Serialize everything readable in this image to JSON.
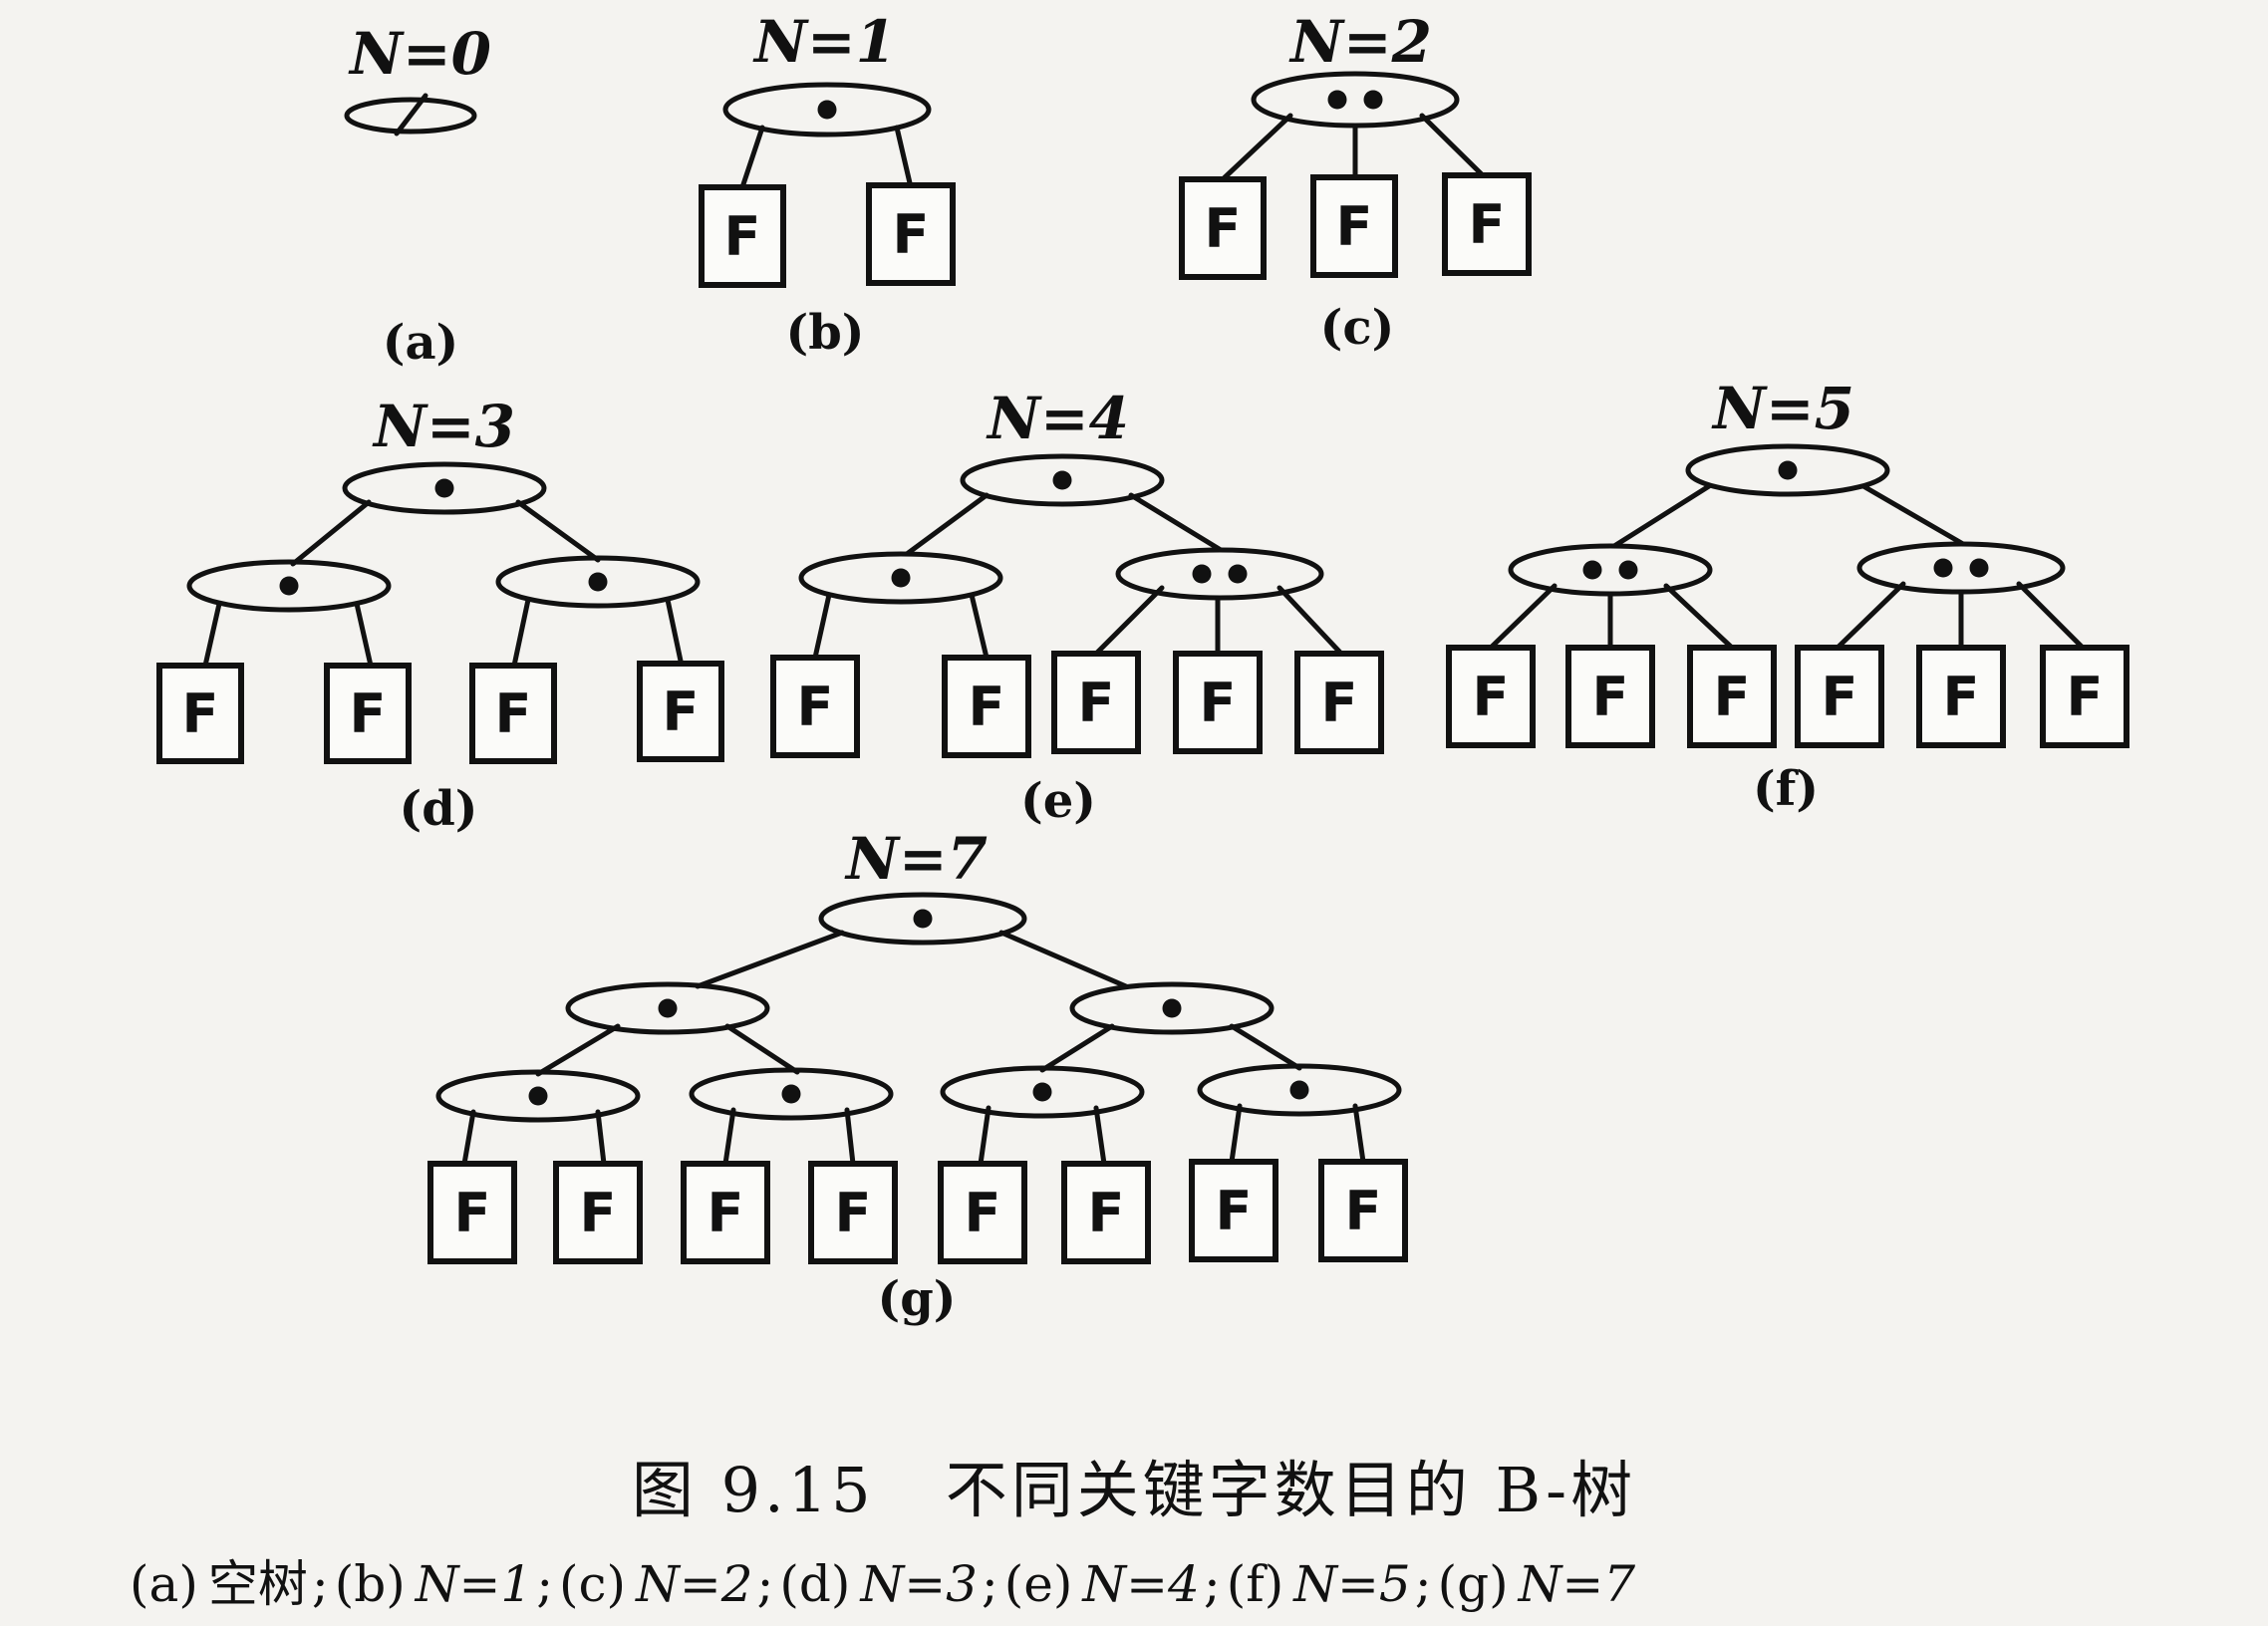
{
  "leaf_label": "F",
  "panels": [
    {
      "id": "a",
      "n_label": "N=0",
      "sub_label": "(a)"
    },
    {
      "id": "b",
      "n_label": "N=1",
      "sub_label": "(b)"
    },
    {
      "id": "c",
      "n_label": "N=2",
      "sub_label": "(c)"
    },
    {
      "id": "d",
      "n_label": "N=3",
      "sub_label": "(d)"
    },
    {
      "id": "e",
      "n_label": "N=4",
      "sub_label": "(e)"
    },
    {
      "id": "f",
      "n_label": "N=5",
      "sub_label": "(f)"
    },
    {
      "id": "g",
      "n_label": "N=7",
      "sub_label": "(g)"
    }
  ],
  "caption": {
    "figure_number": "图 9.15",
    "title": "不同关键字数目的 B-树"
  },
  "legend": [
    {
      "tag": "(a)",
      "text": "空树"
    },
    {
      "tag": "(b)",
      "text": "N=1"
    },
    {
      "tag": "(c)",
      "text": "N=2"
    },
    {
      "tag": "(d)",
      "text": "N=3"
    },
    {
      "tag": "(e)",
      "text": "N=4"
    },
    {
      "tag": "(f)",
      "text": "N=5"
    },
    {
      "tag": "(g)",
      "text": "N=7"
    }
  ]
}
